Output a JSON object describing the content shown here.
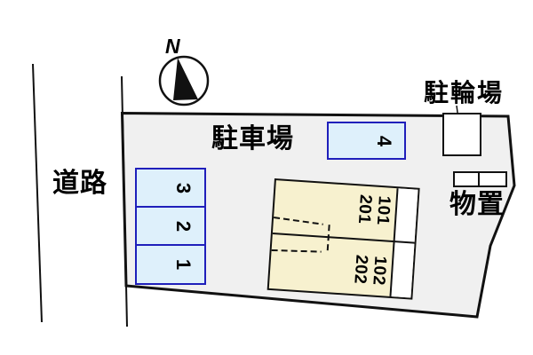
{
  "compass": {
    "north_label": "N"
  },
  "area_labels": {
    "road": "道路",
    "parking_lot": "駐車場",
    "bicycle_parking": "駐輪場",
    "storage": "物置"
  },
  "parking_stalls": [
    {
      "number": "1"
    },
    {
      "number": "2"
    },
    {
      "number": "3"
    },
    {
      "number": "4"
    }
  ],
  "building_units": [
    {
      "second_floor": "201",
      "first_floor": "101"
    },
    {
      "second_floor": "202",
      "first_floor": "102"
    }
  ],
  "colors": {
    "plot-fill": "#f0f0f0",
    "stall-fill": "#def0fb",
    "stall-border": "#1f1fbb",
    "building-fill": "#f7f1cf",
    "ink": "#111111"
  }
}
